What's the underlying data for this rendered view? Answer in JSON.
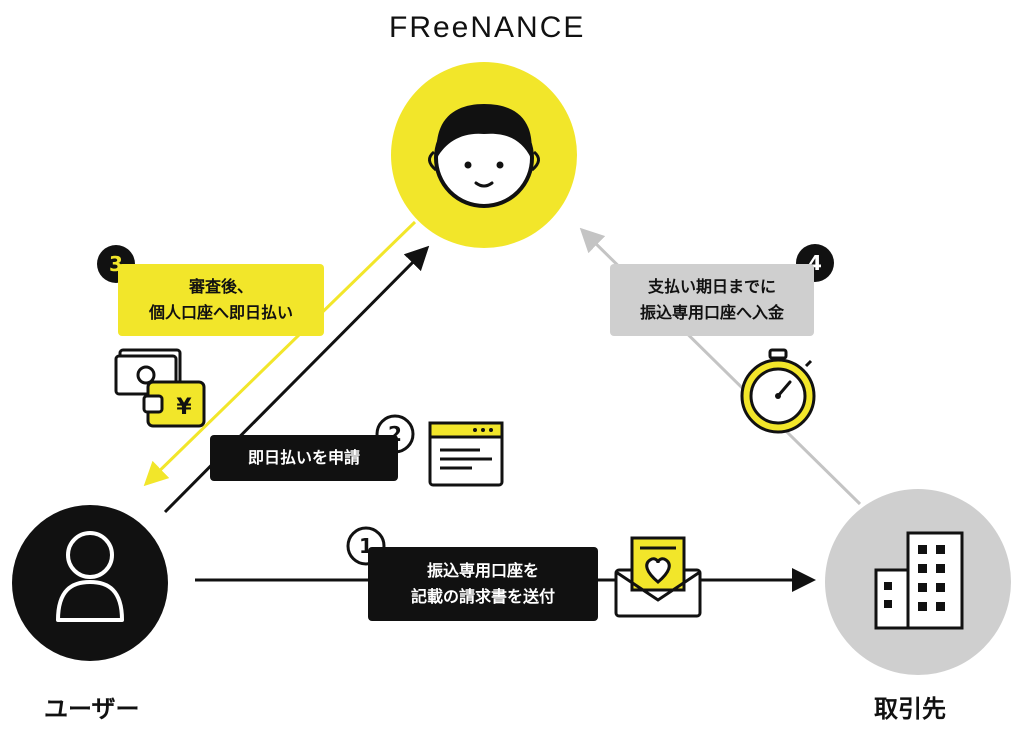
{
  "brand": "FReeNANCE",
  "nodes": {
    "user": {
      "label": "ユーザー"
    },
    "client": {
      "label": "取引先"
    }
  },
  "steps": [
    {
      "number": "1",
      "lines": [
        "振込専用口座を",
        "記載の請求書を送付"
      ]
    },
    {
      "number": "2",
      "lines": [
        "即日払いを申請"
      ]
    },
    {
      "number": "3",
      "lines": [
        "審査後、",
        "個人口座へ即日払い"
      ]
    },
    {
      "number": "4",
      "lines": [
        "支払い期日までに",
        "振込専用口座へ入金"
      ]
    }
  ],
  "icons": {
    "yen_symbol": "¥"
  },
  "colors": {
    "accent_yellow": "#f2e62a",
    "black": "#111111",
    "gray": "#cfcfcf",
    "arrow_gray": "#c4c4c4"
  }
}
